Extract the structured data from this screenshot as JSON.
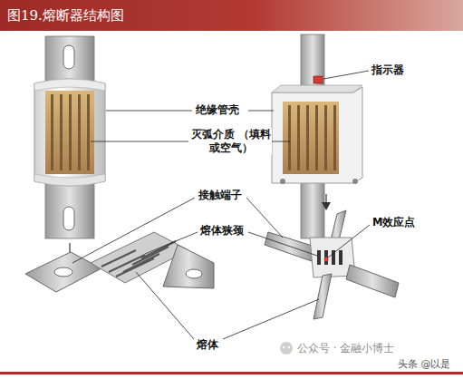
{
  "diagram": {
    "title": "图19.熔断器结构图",
    "labels": [
      "指示器",
      "绝缘管壳",
      "灭弧介质 （填料或空气）",
      "接触端子",
      "熔体狭颈",
      "M效应点",
      "熔体",
      "公众号 · 金融小博士",
      "头条 @以是"
    ]
  }
}
